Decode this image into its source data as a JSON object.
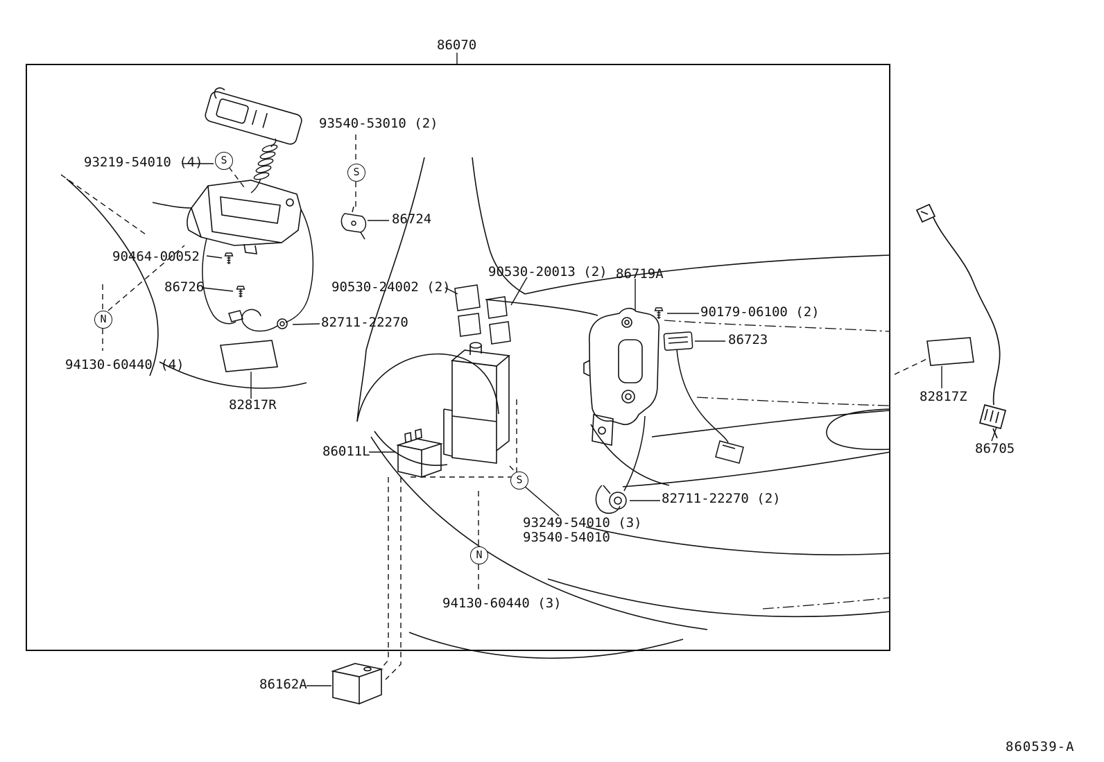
{
  "page": {
    "background": "#ffffff",
    "line_color": "#111111"
  },
  "diagram": {
    "drawing_number": "860539-A",
    "labels": [
      {
        "text": "86070"
      },
      {
        "text": "93540-53010 (2)"
      },
      {
        "text": "93219-54010 (4)"
      },
      {
        "text": "86724"
      },
      {
        "text": "90464-00052"
      },
      {
        "text": "86726"
      },
      {
        "text": "90530-24002 (2)"
      },
      {
        "text": "90530-20013 (2)"
      },
      {
        "text": "86719A"
      },
      {
        "text": "90179-06100 (2)"
      },
      {
        "text": "86723"
      },
      {
        "text": "82711-22270"
      },
      {
        "text": "94130-60440 (4)"
      },
      {
        "text": "82817R"
      },
      {
        "text": "86011L"
      },
      {
        "text": "82817Z"
      },
      {
        "text": "86705"
      },
      {
        "text": "82711-22270 (2)"
      },
      {
        "text": "93249-54010 (3)"
      },
      {
        "text": "93540-54010"
      },
      {
        "text": "94130-60440 (3)"
      },
      {
        "text": "86162A"
      }
    ],
    "symbols": [
      {
        "letter": "S"
      },
      {
        "letter": "S"
      },
      {
        "letter": "S"
      },
      {
        "letter": "N"
      },
      {
        "letter": "N"
      }
    ]
  }
}
